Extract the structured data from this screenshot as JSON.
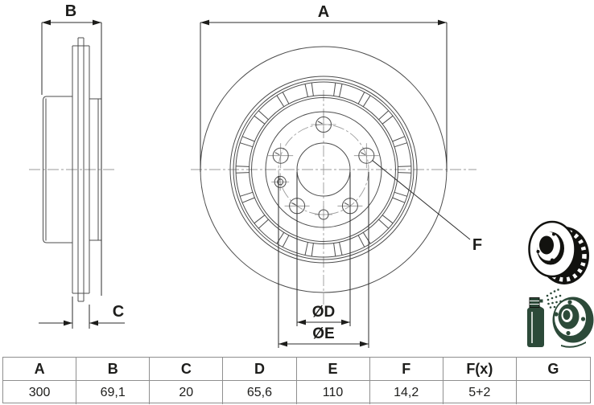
{
  "drawing": {
    "dim_labels": {
      "outer_diameter": "A",
      "total_width": "B",
      "thickness": "C",
      "bore_diameter": "ØD",
      "bolt_circle_diameter": "ØE",
      "bolt_hole": "F"
    }
  },
  "icons": {
    "top": "vented-brake-disc-3d-icon",
    "bottom": "coated-brake-disc-spray-icon"
  },
  "table": {
    "headers": [
      "A",
      "B",
      "C",
      "D",
      "E",
      "F",
      "F(x)",
      "G"
    ],
    "values": [
      "300",
      "69,1",
      "20",
      "65,6",
      "110",
      "14,2",
      "5+2",
      ""
    ]
  },
  "colors": {
    "background": "#ffffff",
    "line": "#4d4d4d",
    "centerline": "#9a9a9a",
    "dim_text": "#1d1d1b",
    "table_border": "#8f8f8f",
    "icon_black": "#12120f",
    "icon_green": "#2c4a39"
  }
}
